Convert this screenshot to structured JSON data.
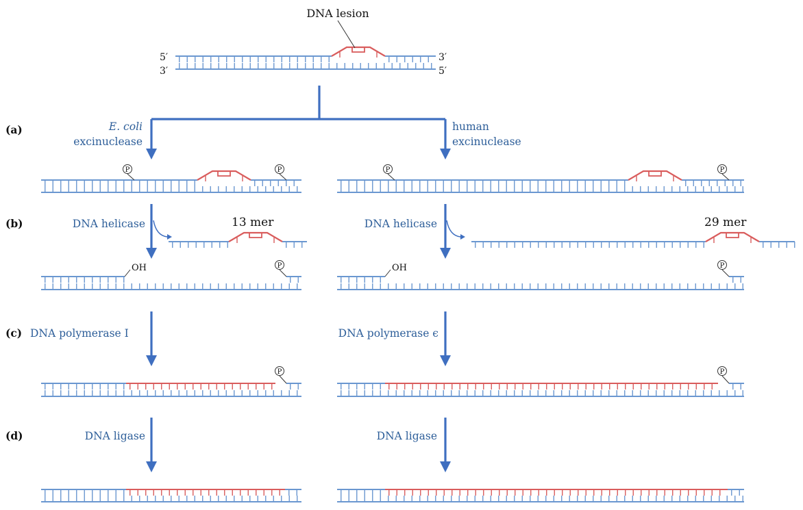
{
  "title": "DNA lesion",
  "strand_ends": {
    "top_left": "5′",
    "bottom_left": "3′",
    "top_right": "3′",
    "bottom_right": "5′"
  },
  "steps": {
    "a": "(a)",
    "b": "(b)",
    "c": "(c)",
    "d": "(d)"
  },
  "ecoli": {
    "organism": "E. coli",
    "enzyme": "excinuclease",
    "helicase": "DNA helicase",
    "fragment": "13 mer",
    "polymerase": "DNA polymerase I",
    "ligase": "DNA ligase"
  },
  "human": {
    "organism": "human",
    "enzyme": "excinuclease",
    "helicase": "DNA helicase",
    "fragment": "29 mer",
    "polymerase": "DNA polymerase ϵ",
    "ligase": "DNA ligase"
  },
  "marks": {
    "phosphate": "P",
    "hydroxyl": "OH"
  },
  "colors": {
    "dna": "#6a97d0",
    "lesion": "#d95c5c",
    "arrow": "#3f6fc0",
    "label": "#2d5e99",
    "text": "#111111"
  }
}
